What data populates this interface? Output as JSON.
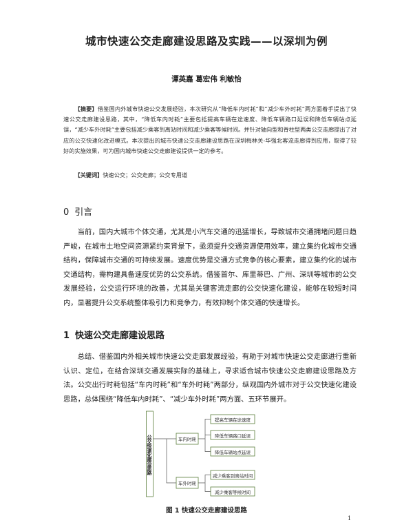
{
  "title": "城市快速公交走廊建设思路及实践——以深圳为例",
  "authors": "谭英嘉 葛宏伟 利敏怡",
  "abstract": {
    "label": "【摘要】",
    "text": "借鉴国内外城市快速公交发展经验，本次研究从“降低车内时耗”和“减少车外时耗”两方面着手提出了快速公交走廊建设思路，其中，“降低车内时耗”主要包括提高车辆在途速度、降低车辆路口延误和降低车辆站点延误，“减少车外时耗”主要包括减少乘客到离站时间和减少乘客等候时间。并针对轴向型和脊柱型两类公交走廊提出了对应的公交快速化改进模式。本次提出的城市快速公交走廊建设思路在深圳梅林关-华强北客流走廊得到应用，取得了较好的实施效果，可为国内城市快速公交走廊建设提供一定的参考。"
  },
  "keywords": {
    "label": "【关键词】",
    "text": "快速公交；公交走廊；公交专用道"
  },
  "sections": [
    {
      "number": "0",
      "heading": "引言",
      "paragraphs": [
        "当前，国内大城市个体交通，尤其是小汽车交通的迅猛增长，导致城市交通拥堵问题日趋严峻，在城市土地空间资源紧约束背景下，亟须提升交通资源使用效率，建立集约化城市交通结构，保障城市交通的可持续发展。速度优势是交通方式竞争的核心要素，建立集约化的城市交通结构，需构建具备速度优势的公交系统。借鉴首尔、库里蒂巴、广州、深圳等城市的公交发展经验，公交运行环境的改善，尤其是关键客流走廊的公交快速化建设，能够在较短时间内，显著提升公交系统整体吸引力和竞争力，有效抑制个体交通的快速增长。"
      ]
    },
    {
      "number": "1",
      "heading": "快速公交走廊建设思路",
      "paragraphs": [
        "总结、借鉴国内外相关城市快速公交走廊发展经验，有助于对城市快速公交走廊进行重新认识、定位，在结合深圳交通发展实际的基础上，寻求适合城市快速公交走廊建设思路及方法。公交出行时耗包括“车内时耗”和“车外时耗”两部分，纵观国内外城市对于公交快速化建设思路，总体围绕“降低车内时耗”、“减少车外时耗”两方面、五环节展开。"
      ]
    }
  ],
  "figure": {
    "root": "公交快速化建设思路",
    "branches": [
      {
        "label": "车内时耗",
        "children": [
          "提高车辆在途速度",
          "降低车辆路口延误",
          "降低车辆站点延误"
        ]
      },
      {
        "label": "车外时耗",
        "children": [
          "减少乘客到离站时间",
          "减少乘客等候时间"
        ]
      }
    ],
    "caption": "图 1  快速公交走廊建设思路"
  },
  "page_number": "1"
}
